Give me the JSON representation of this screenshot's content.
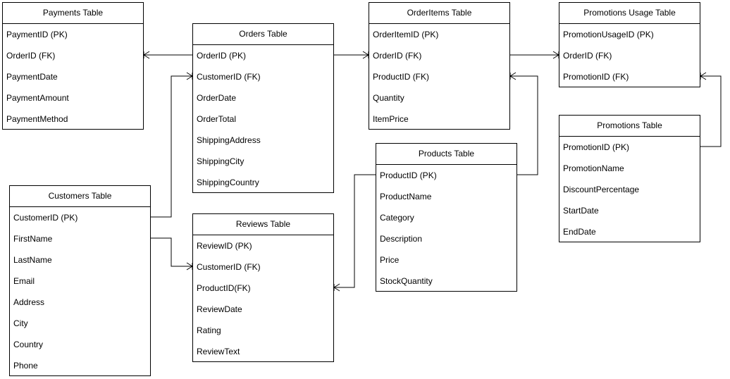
{
  "tables": {
    "payments": {
      "title": "Payments Table",
      "fields": [
        "PaymentID (PK)",
        "OrderID (FK)",
        "PaymentDate",
        "PaymentAmount",
        "PaymentMethod"
      ]
    },
    "orders": {
      "title": "Orders Table",
      "fields": [
        "OrderID (PK)",
        "CustomerID (FK)",
        "OrderDate",
        "OrderTotal",
        "ShippingAddress",
        "ShippingCity",
        "ShippingCountry"
      ]
    },
    "orderitems": {
      "title": "OrderItems Table",
      "fields": [
        "OrderItemID (PK)",
        "OrderID (FK)",
        "ProductID (FK)",
        "Quantity",
        "ItemPrice"
      ]
    },
    "promotions_usage": {
      "title": "Promotions Usage Table",
      "fields": [
        "PromotionUsageID (PK)",
        "OrderID (FK)",
        "PromotionID (FK)"
      ]
    },
    "promotions": {
      "title": "Promotions Table",
      "fields": [
        "PromotionID (PK)",
        "PromotionName",
        "DiscountPercentage",
        "StartDate",
        "EndDate"
      ]
    },
    "products": {
      "title": "Products Table",
      "fields": [
        "ProductID (PK)",
        "ProductName",
        "Category",
        "Description",
        "Price",
        "StockQuantity"
      ]
    },
    "customers": {
      "title": "Customers Table",
      "fields": [
        "CustomerID (PK)",
        "FirstName",
        "LastName",
        "Email",
        "Address",
        "City",
        "Country",
        "Phone"
      ]
    },
    "reviews": {
      "title": "Reviews Table",
      "fields": [
        "ReviewID (PK)",
        "CustomerID (FK)",
        "ProductID(FK)",
        "ReviewDate",
        "Rating",
        "ReviewText"
      ]
    }
  },
  "relationships": [
    {
      "from": "orders",
      "from_field": "OrderID (PK)",
      "to": "payments",
      "to_field": "OrderID (FK)",
      "cardinality": "one-to-many"
    },
    {
      "from": "orders",
      "from_field": "OrderID (PK)",
      "to": "orderitems",
      "to_field": "OrderID (FK)",
      "cardinality": "one-to-many"
    },
    {
      "from": "orderitems",
      "from_field": "OrderID (FK)",
      "to": "promotions_usage",
      "to_field": "OrderID (FK)",
      "cardinality": "one-to-many"
    },
    {
      "from": "products",
      "from_field": "ProductID (PK)",
      "to": "orderitems",
      "to_field": "ProductID (FK)",
      "cardinality": "one-to-many"
    },
    {
      "from": "promotions",
      "from_field": "PromotionID (PK)",
      "to": "promotions_usage",
      "to_field": "PromotionID (FK)",
      "cardinality": "one-to-many"
    },
    {
      "from": "customers",
      "from_field": "CustomerID (PK)",
      "to": "orders",
      "to_field": "CustomerID (FK)",
      "cardinality": "one-to-many"
    },
    {
      "from": "customers",
      "from_field": "FirstName",
      "to": "reviews",
      "to_field": "CustomerID (FK)",
      "cardinality": "one-to-many"
    },
    {
      "from": "products",
      "from_field": "ProductID (PK)",
      "to": "reviews",
      "to_field": "ProductID(FK)",
      "cardinality": "one-to-many"
    }
  ],
  "colors": {
    "line": "#000000",
    "background": "#ffffff",
    "text": "#000000"
  }
}
